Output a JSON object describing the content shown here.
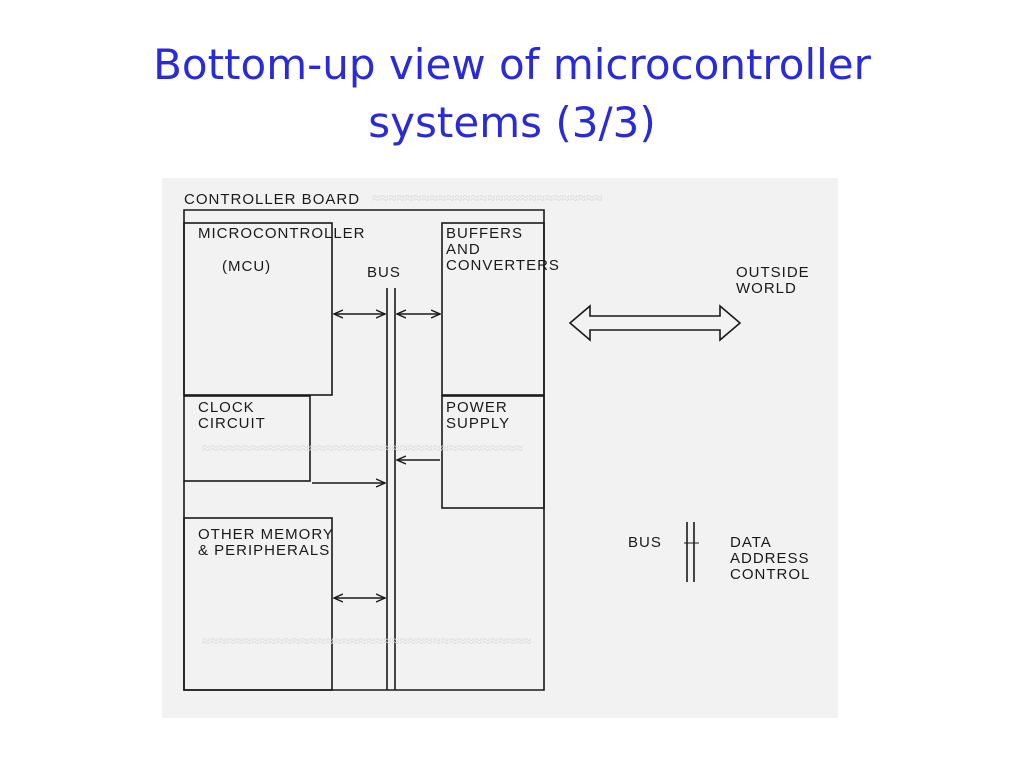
{
  "slide": {
    "title_line1": "Bottom-up view of microcontroller",
    "title_line2": "systems (3/3)"
  },
  "diagram": {
    "board_label": "CONTROLLER BOARD",
    "mcu_label_line1": "MICROCONTROLLER",
    "mcu_label_line2": "(MCU)",
    "buffers_label_line1": "BUFFERS",
    "buffers_label_line2": "AND",
    "buffers_label_line3": "CONVERTERS",
    "bus_label": "BUS",
    "outside_label_line1": "OUTSIDE",
    "outside_label_line2": "WORLD",
    "clock_label_line1": "CLOCK",
    "clock_label_line2": "CIRCUIT",
    "power_label_line1": "POWER",
    "power_label_line2": "SUPPLY",
    "memory_label_line1": "OTHER MEMORY",
    "memory_label_line2": "& PERIPHERALS",
    "legend_bus": "BUS",
    "legend_dash": "—",
    "legend_line1": "DATA",
    "legend_line2": "ADDRESS",
    "legend_line3": "CONTROL"
  },
  "colors": {
    "title": "#2b2bd6",
    "scan_background": "#f2f2f2",
    "ink": "#1a1a1a"
  }
}
